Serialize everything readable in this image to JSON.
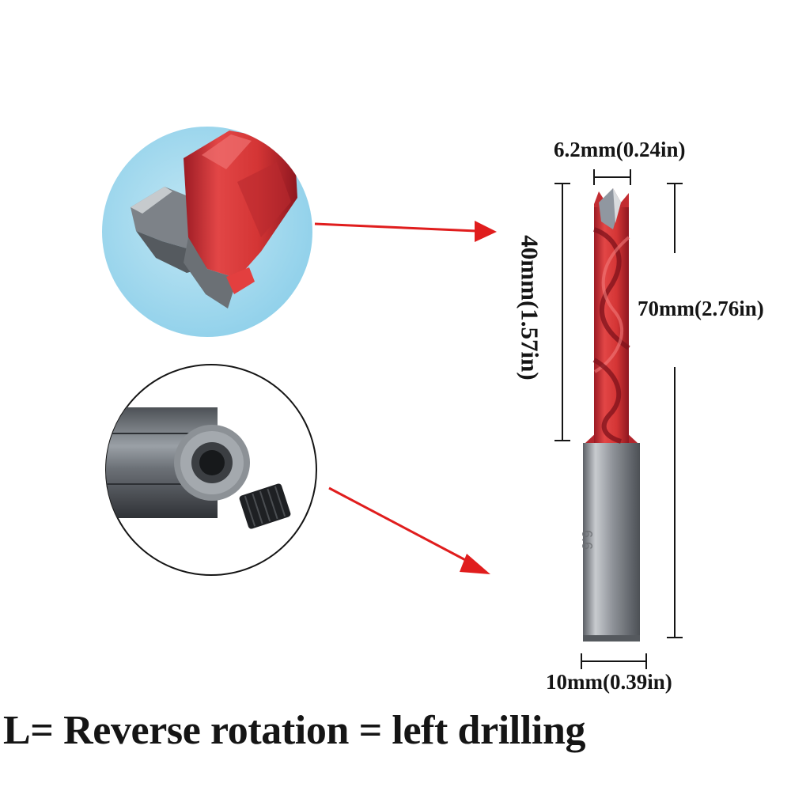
{
  "dimensions": {
    "cutting_width": "6.2mm(0.24in)",
    "flute_length": "40mm(1.57in)",
    "overall_length": "70mm(2.76in)",
    "shank_width": "10mm(0.39in)"
  },
  "shank_mark": "6.6",
  "caption": "L= Reverse rotation = left drilling",
  "colors": {
    "bit_red": "#d63434",
    "arrow_red": "#e01d1d",
    "steel_gray": "#8c9096",
    "inset_background": "#a9dcee",
    "text": "#151515"
  },
  "icons": {
    "cutter_closeup": "drill-bit-tip-closeup",
    "shank_closeup": "hex-shank-set-screw-closeup",
    "arrows": "red-pointer-arrow"
  }
}
